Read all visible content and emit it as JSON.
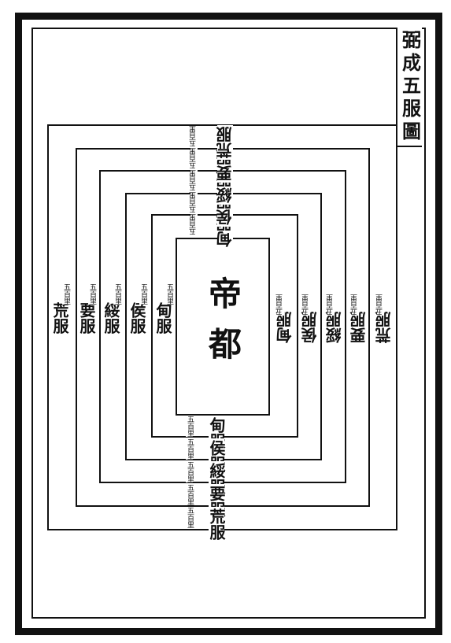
{
  "title": "弼成五服圖",
  "center": "帝都",
  "zones": [
    {
      "name": "甸服",
      "inner": "五百里"
    },
    {
      "name": "侯服",
      "inner": "五百里"
    },
    {
      "name": "綏服",
      "inner": "五百里"
    },
    {
      "name": "要服",
      "inner": "五百里"
    },
    {
      "name": "荒服",
      "inner": "五百里"
    }
  ]
}
